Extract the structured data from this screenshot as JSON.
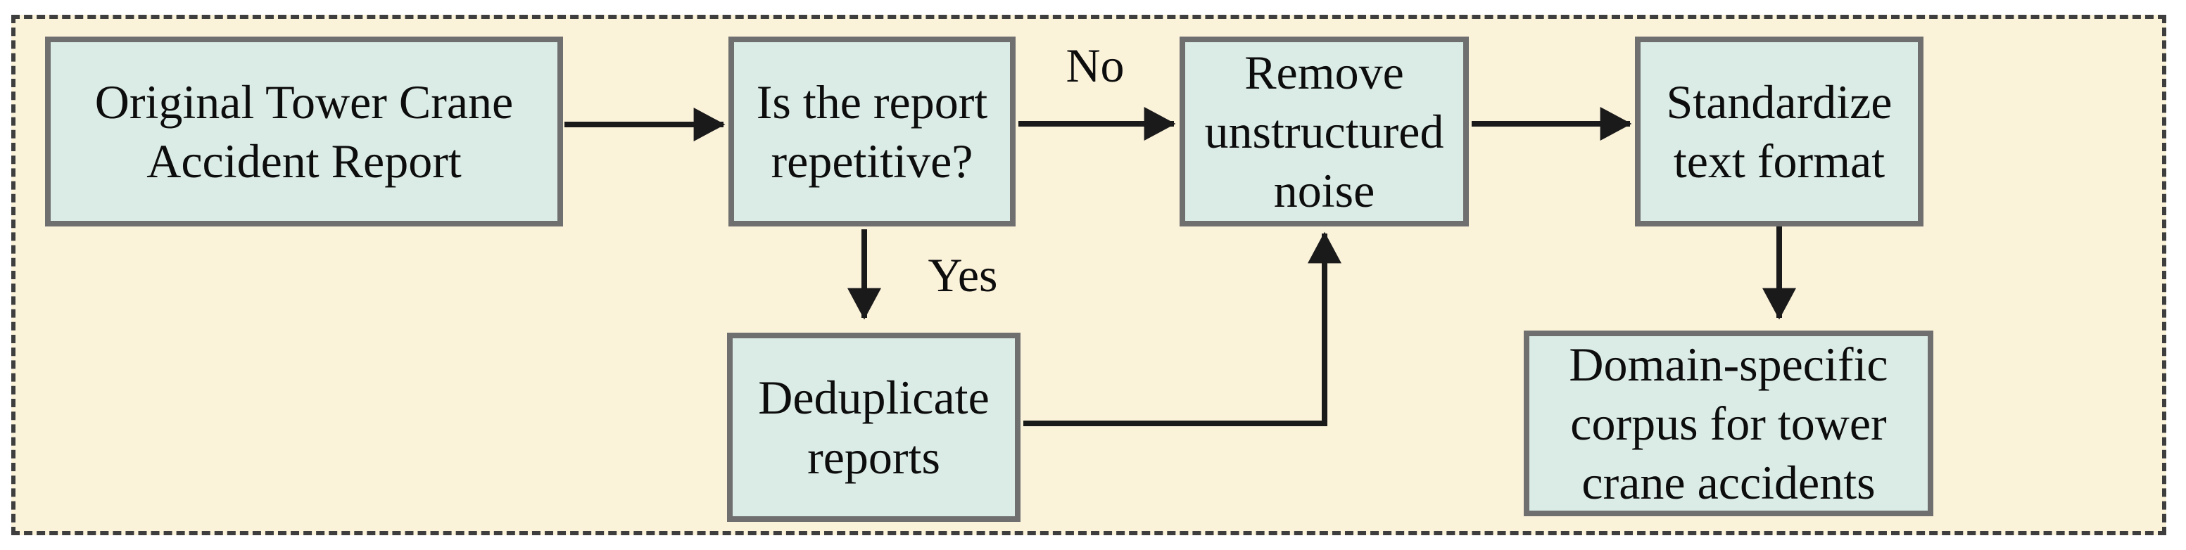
{
  "figure": {
    "type": "flowchart",
    "colors": {
      "panel_background": "#FBF2DA",
      "node_fill": "#DBECE6",
      "node_border": "#6F6F6F",
      "arrow": "#1A1A1A",
      "frame_dash": "#3E3E3E",
      "text": "#0D0D0D"
    },
    "nodes": [
      {
        "id": "original-report",
        "lines": [
          "Original Tower Crane",
          "Accident Report"
        ]
      },
      {
        "id": "repetitive-decision",
        "lines": [
          "Is the report",
          "repetitive?"
        ]
      },
      {
        "id": "remove-noise",
        "lines": [
          "Remove",
          "unstructured",
          "noise"
        ]
      },
      {
        "id": "standardize-format",
        "lines": [
          "Standardize",
          "text format"
        ]
      },
      {
        "id": "deduplicate-reports",
        "lines": [
          "Deduplicate",
          "reports"
        ]
      },
      {
        "id": "domain-corpus",
        "lines": [
          "Domain-specific",
          "corpus for tower",
          "crane accidents"
        ]
      }
    ],
    "edge_labels": {
      "no": "No",
      "yes": "Yes"
    }
  }
}
